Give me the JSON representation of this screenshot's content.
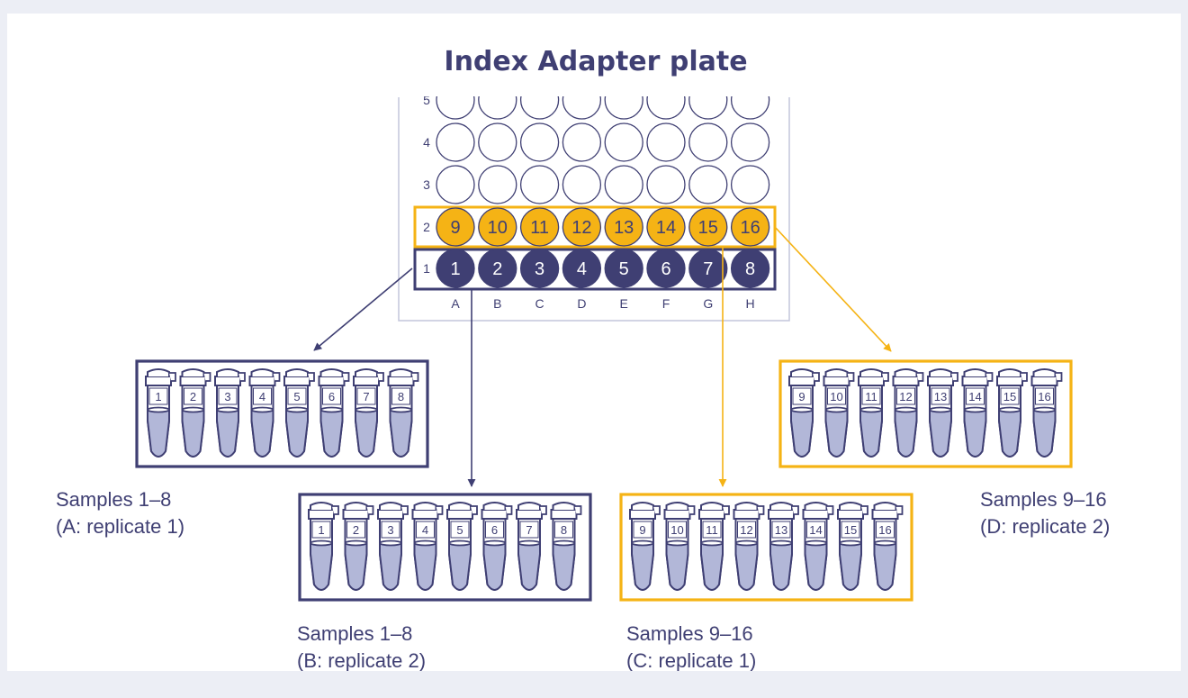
{
  "title": "Index Adapter plate",
  "plate": {
    "column_labels": [
      "A",
      "B",
      "C",
      "D",
      "E",
      "F",
      "G",
      "H"
    ],
    "row_labels": [
      "1",
      "2",
      "3",
      "4",
      "5"
    ],
    "row1_wells": [
      "1",
      "2",
      "3",
      "4",
      "5",
      "6",
      "7",
      "8"
    ],
    "row2_wells": [
      "9",
      "10",
      "11",
      "12",
      "13",
      "14",
      "15",
      "16"
    ]
  },
  "strips": {
    "A": {
      "tubes": [
        "1",
        "2",
        "3",
        "4",
        "5",
        "6",
        "7",
        "8"
      ],
      "caption_line1": "Samples 1–8",
      "caption_line2": "(A: replicate 1)"
    },
    "B": {
      "tubes": [
        "1",
        "2",
        "3",
        "4",
        "5",
        "6",
        "7",
        "8"
      ],
      "caption_line1": "Samples 1–8",
      "caption_line2": "(B: replicate 2)"
    },
    "C": {
      "tubes": [
        "9",
        "10",
        "11",
        "12",
        "13",
        "14",
        "15",
        "16"
      ],
      "caption_line1": "Samples 9–16",
      "caption_line2": "(C: replicate 1)"
    },
    "D": {
      "tubes": [
        "9",
        "10",
        "11",
        "12",
        "13",
        "14",
        "15",
        "16"
      ],
      "caption_line1": "Samples 9–16",
      "caption_line2": "(D: replicate 2)"
    }
  },
  "colors": {
    "navy": "#3f3f73",
    "gold": "#f5b315",
    "plate_outline": "#c3c6dc",
    "liquid": "#b2b7d8",
    "background": "#eceef5"
  }
}
